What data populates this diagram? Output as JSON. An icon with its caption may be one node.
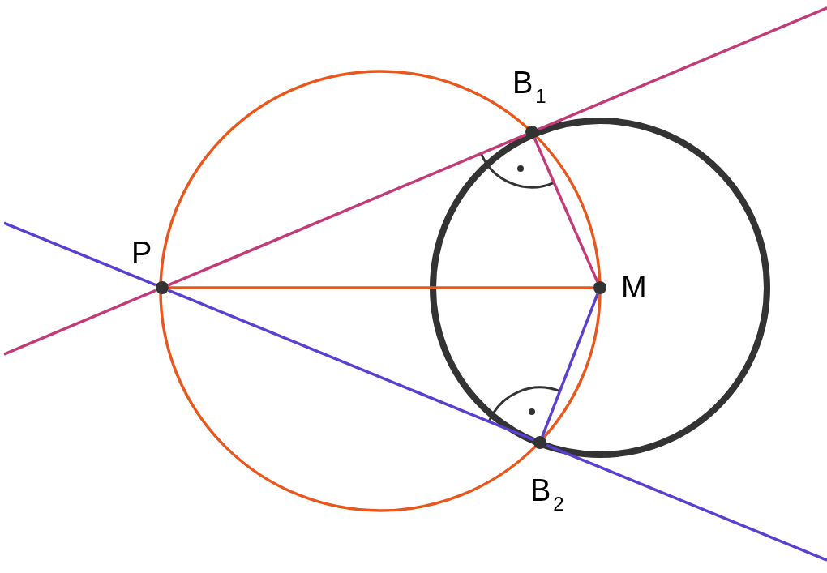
{
  "diagram": {
    "nodes": [
      {
        "text": [
          "P"
        ]
      },
      {
        "text": [
          "B$_{1}$"
        ]
      },
      {
        "text": [
          "M"
        ]
      },
      {
        "text": [
          "B$_{2}$"
        ]
      }
    ],
    "edges": [
      {
        "from": 0,
        "to": 1,
        "arrow": "none",
        "color": "#c23b78"
      },
      {
        "from": 0,
        "to": 3,
        "arrow": "none",
        "color": "#5a3fd0"
      },
      {
        "from": 0,
        "to": 2,
        "arrow": "none",
        "color": "#e8581e"
      },
      {
        "from": 1,
        "to": 2,
        "arrow": "none",
        "color": "#c23b78"
      },
      {
        "from": 3,
        "to": 2,
        "arrow": "none",
        "color": "#5a3fd0"
      }
    ]
  }
}
